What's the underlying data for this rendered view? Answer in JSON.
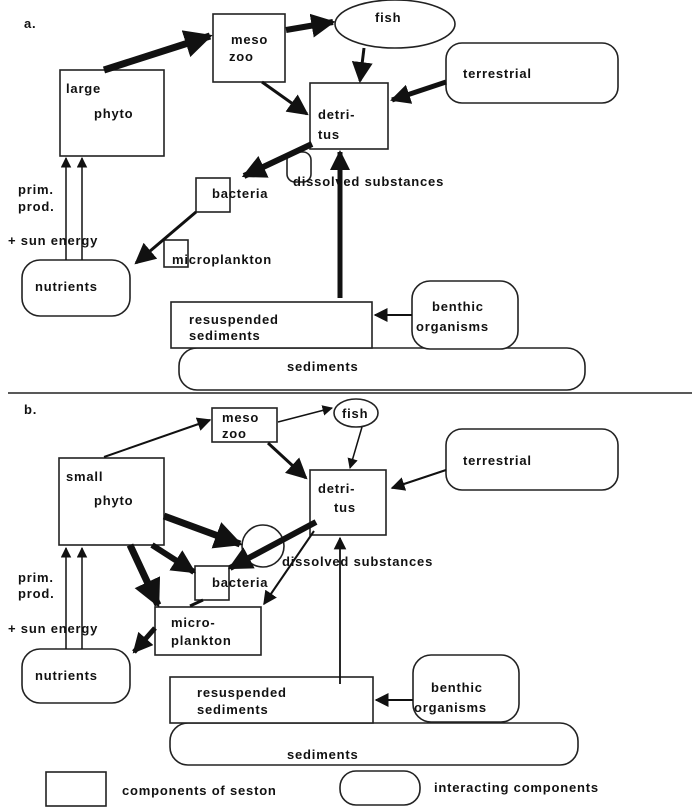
{
  "panels": {
    "a": {
      "label": "a.",
      "nodes": {
        "meso_zoo": [
          "meso",
          "zoo"
        ],
        "fish": "fish",
        "terrestrial": "terrestrial",
        "large_phyto": [
          "large",
          "phyto"
        ],
        "detritus": [
          "detri-",
          "tus"
        ],
        "bacteria": "bacteria",
        "dissolved": "dissolved  substances",
        "microplankton": "microplankton",
        "nutrients": "nutrients",
        "resuspended": [
          "resuspended",
          "sediments"
        ],
        "benthic": [
          "benthic",
          "organisms"
        ],
        "sediments": "sediments"
      },
      "side_labels": {
        "prim": "prim.",
        "prod": "prod.",
        "sun": "+ sun energy"
      }
    },
    "b": {
      "label": "b.",
      "nodes": {
        "meso_zoo": [
          "meso",
          "zoo"
        ],
        "fish": "fish",
        "terrestrial": "terrestrial",
        "small_phyto": [
          "small",
          "phyto"
        ],
        "detritus": [
          "detri-",
          "tus"
        ],
        "bacteria": "bacteria",
        "dissolved": "dissolved  substances",
        "microplankton": [
          "micro-",
          "plankton"
        ],
        "nutrients": "nutrients",
        "resuspended": [
          "resuspended",
          "sediments"
        ],
        "benthic": [
          "benthic",
          "organisms"
        ],
        "sediments": "sediments"
      },
      "side_labels": {
        "prim": "prim.",
        "prod": "prod.",
        "sun": "+ sun energy"
      }
    }
  },
  "legend": {
    "box": "components of seston",
    "rounded": "interacting components"
  }
}
